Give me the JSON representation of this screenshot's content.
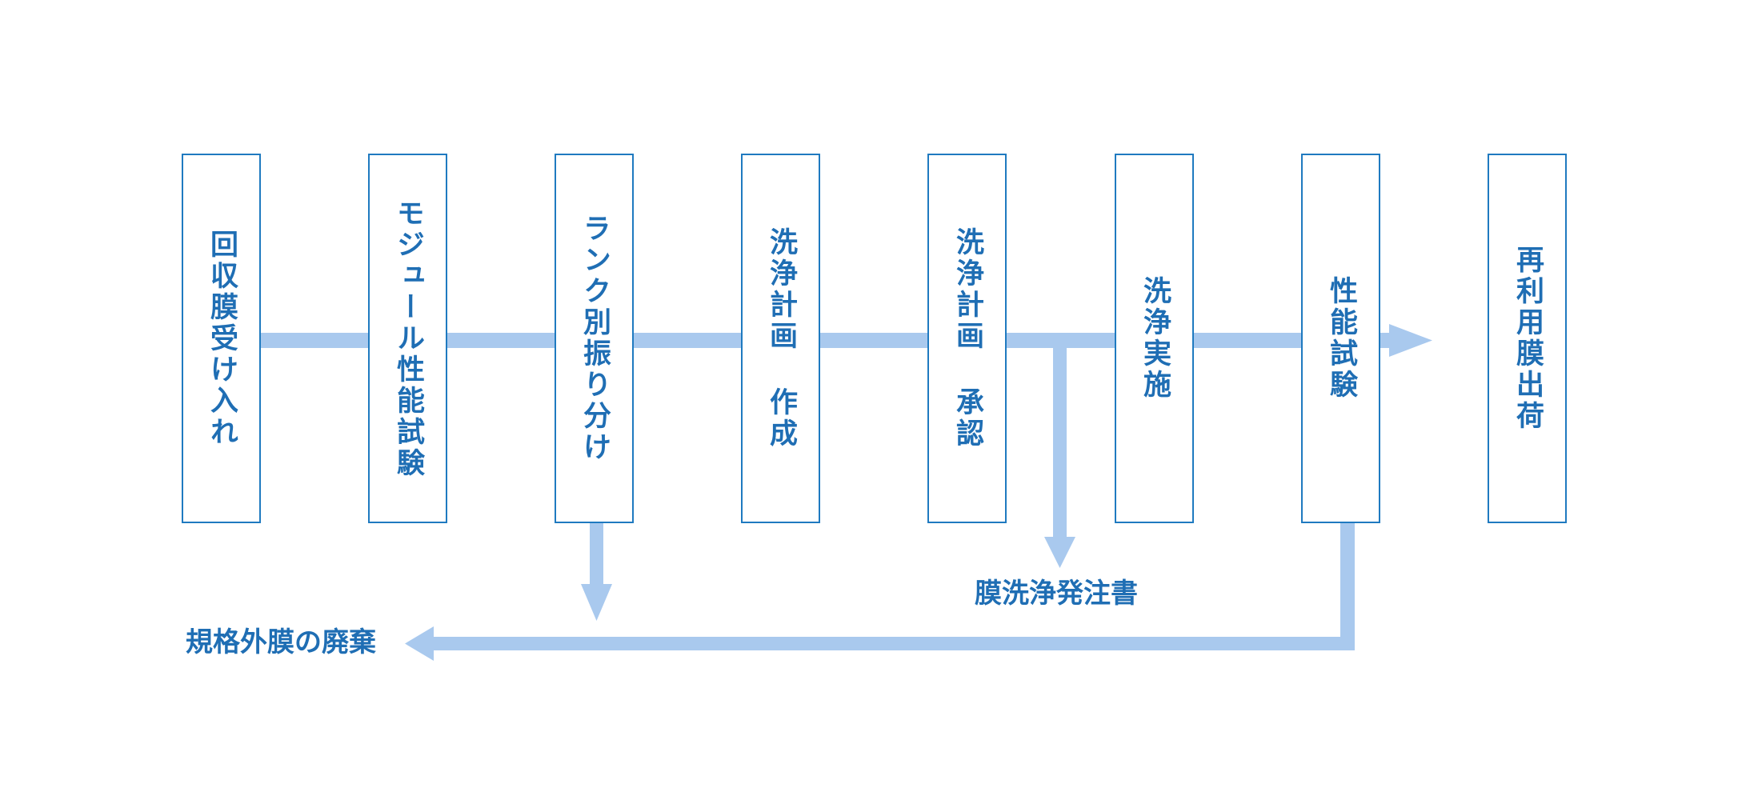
{
  "colors": {
    "box_border": "#1f7ac0",
    "text": "#1f6eb4",
    "arrow": "#a9c9ee"
  },
  "steps": [
    {
      "label": "回収膜受け入れ"
    },
    {
      "label": "モジュール性能試験"
    },
    {
      "label": "ランク別振り分け"
    },
    {
      "label": "洗浄計画 作成"
    },
    {
      "label": "洗浄計画 承認"
    },
    {
      "label": "洗浄実施"
    },
    {
      "label": "性能試験"
    },
    {
      "label": "再利用膜出荷"
    }
  ],
  "outputs": {
    "order": "膜洗浄発注書",
    "disposal": "規格外膜の廃棄"
  }
}
